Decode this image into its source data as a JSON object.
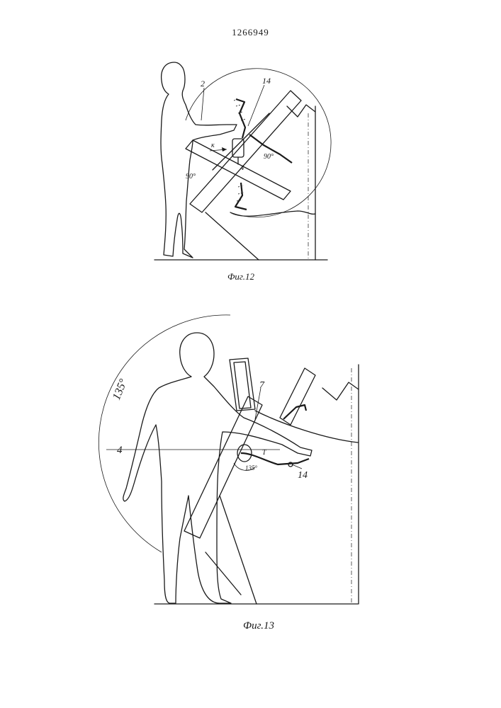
{
  "page": {
    "number": "1266949"
  },
  "fig12": {
    "caption": "Фиг.12",
    "labels": {
      "part_2": "2",
      "part_14": "14",
      "part_4": "4",
      "arrow_k": "к",
      "angle_a": "90°",
      "angle_b": "90°"
    }
  },
  "fig13": {
    "caption": "Фиг.13",
    "labels": {
      "angle_arc": "135°",
      "part_4": "4",
      "part_7": "7",
      "part_14": "14",
      "angle_small": "135°",
      "marker_t": "T"
    }
  }
}
